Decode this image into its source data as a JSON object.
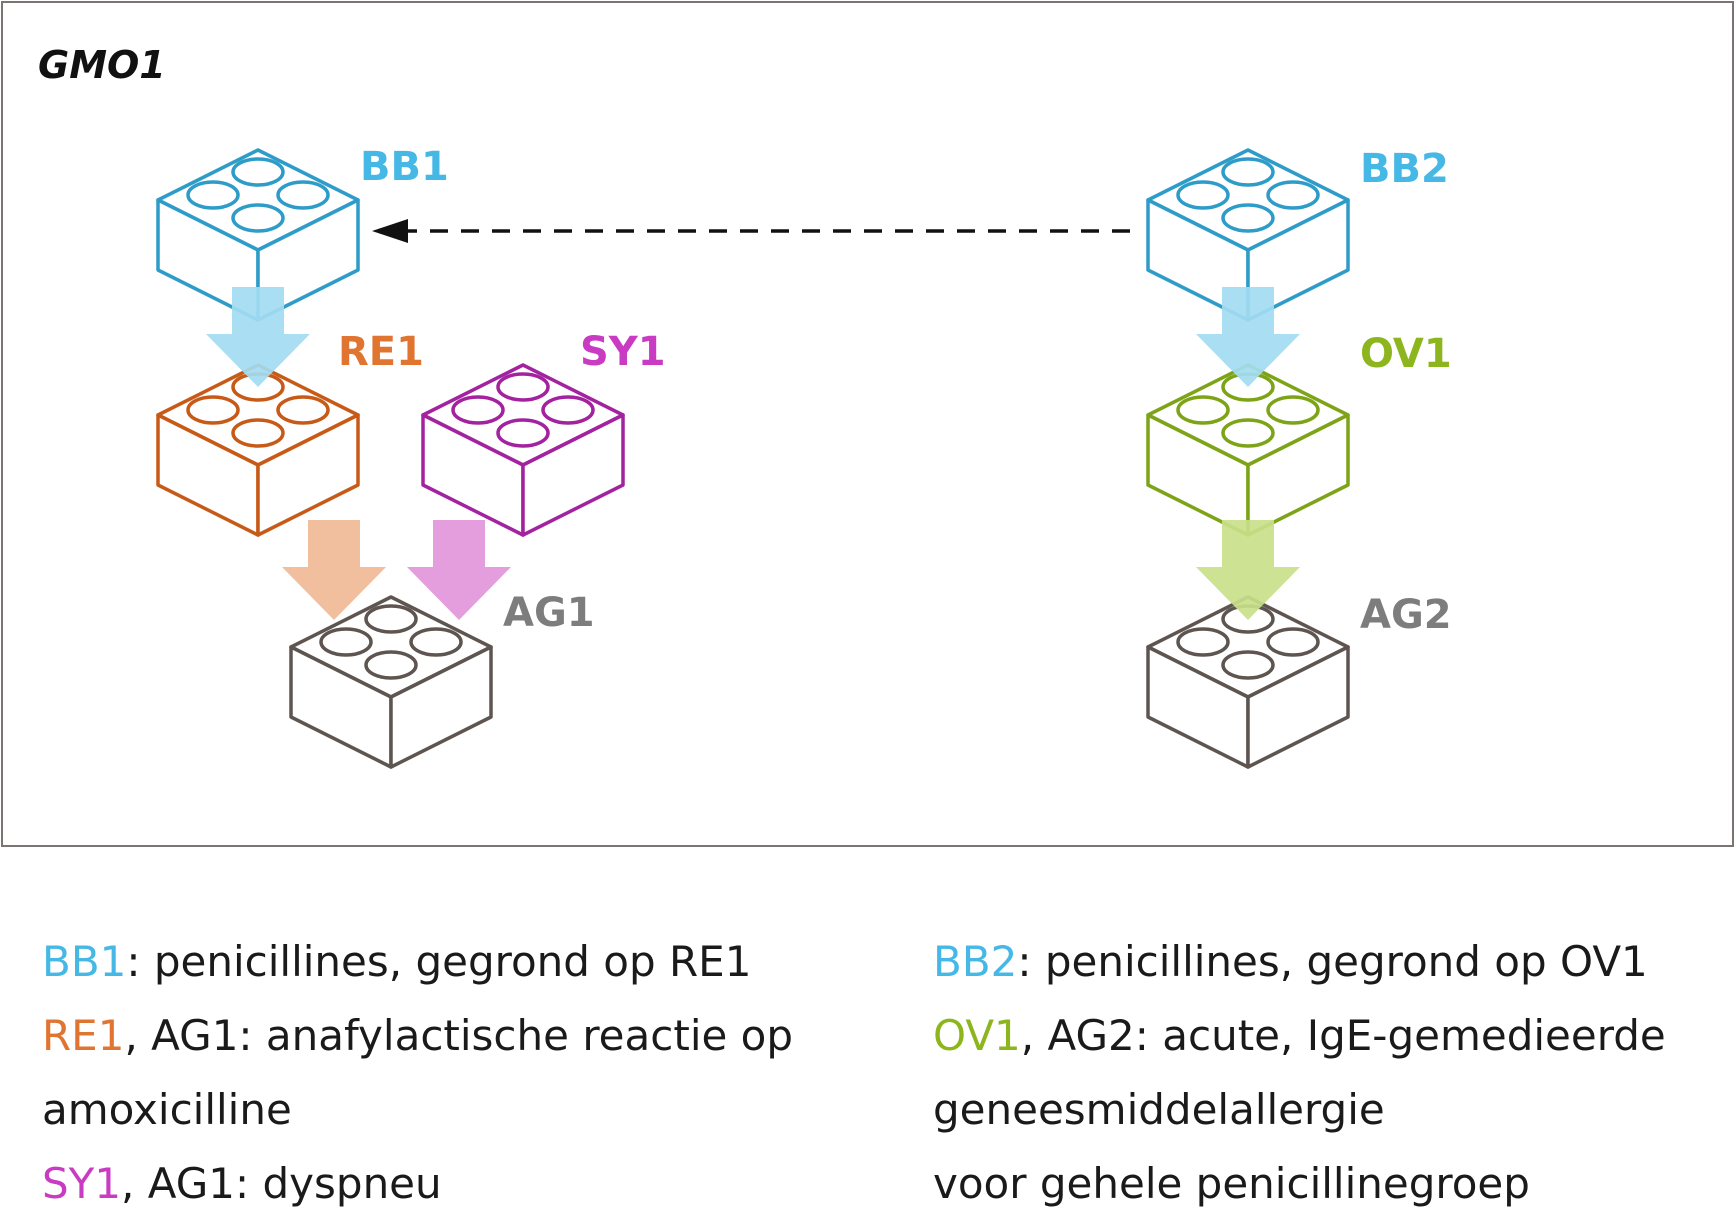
{
  "title": "GMO1",
  "colors": {
    "bb": "#2e9cc8",
    "bb_text": "#45b8e6",
    "bb_arrow": "#a3dcf2",
    "re": "#c75a17",
    "re_text": "#e07531",
    "re_arrow": "#f0b896",
    "sy": "#a3229f",
    "sy_text": "#c93bc3",
    "sy_arrow": "#e295da",
    "ov": "#7da317",
    "ov_text": "#8db51e",
    "ov_arrow": "#c9df8a",
    "ag": "#5e5550",
    "ag_text": "#7d7d7d",
    "frame": "#7a7573"
  },
  "blocks": {
    "bb1": {
      "label": "BB1",
      "icon": "brick-icon"
    },
    "bb2": {
      "label": "BB2",
      "icon": "brick-icon"
    },
    "re1": {
      "label": "RE1",
      "icon": "brick-icon"
    },
    "sy1": {
      "label": "SY1",
      "icon": "brick-icon"
    },
    "ov1": {
      "label": "OV1",
      "icon": "brick-icon"
    },
    "ag1": {
      "label": "AG1",
      "icon": "brick-icon"
    },
    "ag2": {
      "label": "AG2",
      "icon": "brick-icon"
    }
  },
  "legend": {
    "left": [
      {
        "key": "BB1",
        "text": ": penicillines, gegrond op RE1"
      },
      {
        "key": "RE1",
        "text": ", AG1: anafylactische reactie op"
      },
      {
        "key": "",
        "text": "amoxicilline"
      },
      {
        "key": "SY1",
        "text": ", AG1: dyspneu"
      }
    ],
    "right": [
      {
        "key": "BB2",
        "text": ": penicillines, gegrond op OV1"
      },
      {
        "key": "OV1",
        "text": ", AG2: acute, IgE-gemedieerde"
      },
      {
        "key": "",
        "text": "geneesmiddelallergie"
      },
      {
        "key": "",
        "text": "voor gehele penicillinegroep"
      }
    ]
  }
}
